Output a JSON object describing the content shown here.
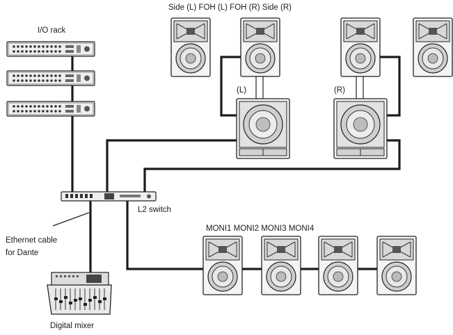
{
  "labels": {
    "io_rack": "I/O rack",
    "mains_header": "Side (L) FOH (L) FOH (R) Side (R)",
    "sub_left": "(L)",
    "sub_right": "(R)",
    "l2_switch": "L2 switch",
    "monitors_header": "MONI1 MONI2 MONI3 MONI4",
    "ethernet_line1": "Ethernet cable",
    "ethernet_line2": "for Dante",
    "digital_mixer": "Digital mixer"
  },
  "colors": {
    "cable": "#1c1c1c",
    "device_fill": "#efefef",
    "background": "#ffffff"
  }
}
